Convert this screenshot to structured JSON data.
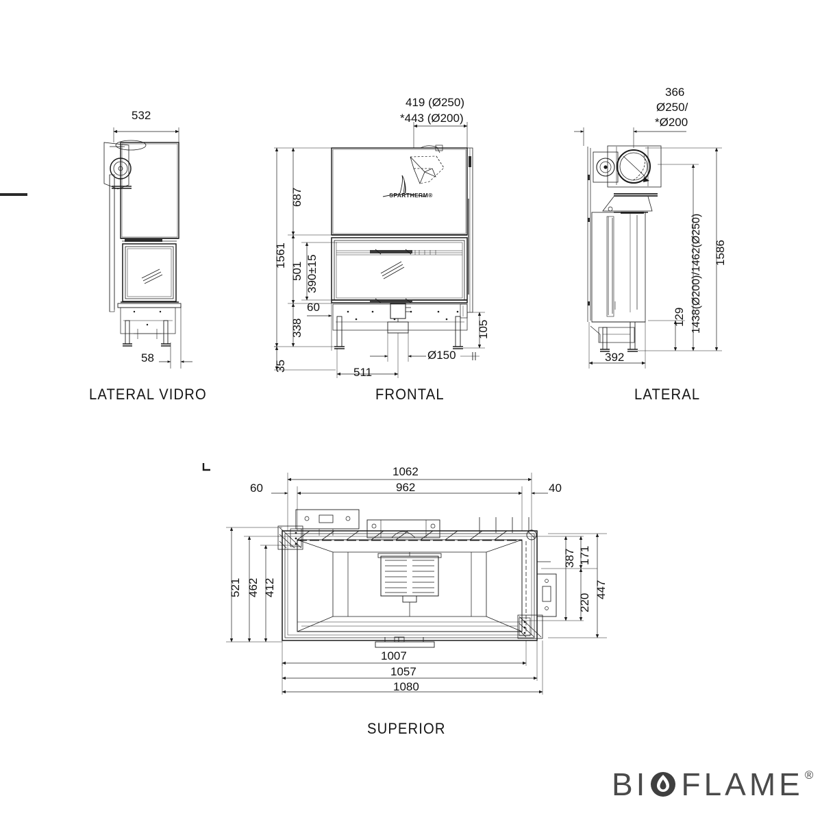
{
  "sheet": {
    "background_color": "#ffffff",
    "line_color": "#1a1a1a",
    "text_color": "#111111"
  },
  "brand": {
    "text_left": "BI",
    "icon": "flame-circle-icon",
    "text_right": "FLAME",
    "registered": "®",
    "color": "#4a4a4a"
  },
  "views": [
    {
      "id": "lateral-vidro",
      "label": "LATERAL VIDRO"
    },
    {
      "id": "frontal",
      "label": "FRONTAL"
    },
    {
      "id": "lateral",
      "label": "LATERAL"
    },
    {
      "id": "superior",
      "label": "SUPERIOR"
    }
  ],
  "product_logo": {
    "text": "SPARTHERM®"
  },
  "dimensions": {
    "lateral_vidro": [
      {
        "name": "width-532",
        "value": "532"
      },
      {
        "name": "offset-58",
        "value": "58"
      }
    ],
    "frontal": [
      {
        "name": "flue-419-d250",
        "value": "419 (Ø250)"
      },
      {
        "name": "flue-443-d200",
        "value": "*443 (Ø200)"
      },
      {
        "name": "total-height-1561",
        "value": "1561"
      },
      {
        "name": "upper-687",
        "value": "687"
      },
      {
        "name": "opening-501",
        "value": "501"
      },
      {
        "name": "glass-390",
        "value": "390±15"
      },
      {
        "name": "base-338",
        "value": "338"
      },
      {
        "name": "inset-60",
        "value": "60"
      },
      {
        "name": "leg-35",
        "value": "35"
      },
      {
        "name": "foot-105",
        "value": "105"
      },
      {
        "name": "air-duct-d150",
        "value": "Ø150"
      },
      {
        "name": "center-511",
        "value": "511"
      }
    ],
    "lateral": [
      {
        "name": "flue-offset-366",
        "value": "366"
      },
      {
        "name": "flue-d250",
        "value": "Ø250/"
      },
      {
        "name": "flue-d200",
        "value": "*Ø200"
      },
      {
        "name": "total-height-1586",
        "value": "1586"
      },
      {
        "name": "flue-height-1438-1462",
        "value": "1438(Ø200)/1462(Ø250)"
      },
      {
        "name": "base-129",
        "value": "129"
      },
      {
        "name": "depth-392",
        "value": "392"
      }
    ],
    "superior": [
      {
        "name": "outer-1062",
        "value": "1062"
      },
      {
        "name": "inner-962",
        "value": "962"
      },
      {
        "name": "left-offset-60",
        "value": "60"
      },
      {
        "name": "right-offset-40",
        "value": "40"
      },
      {
        "name": "depth-521",
        "value": "521"
      },
      {
        "name": "depth-462",
        "value": "462"
      },
      {
        "name": "depth-412",
        "value": "412"
      },
      {
        "name": "right-387",
        "value": "387"
      },
      {
        "name": "right-171",
        "value": "171"
      },
      {
        "name": "right-220",
        "value": "220"
      },
      {
        "name": "right-447",
        "value": "447"
      },
      {
        "name": "bottom-1007",
        "value": "1007"
      },
      {
        "name": "bottom-1057",
        "value": "1057"
      },
      {
        "name": "bottom-1080",
        "value": "1080"
      }
    ]
  }
}
